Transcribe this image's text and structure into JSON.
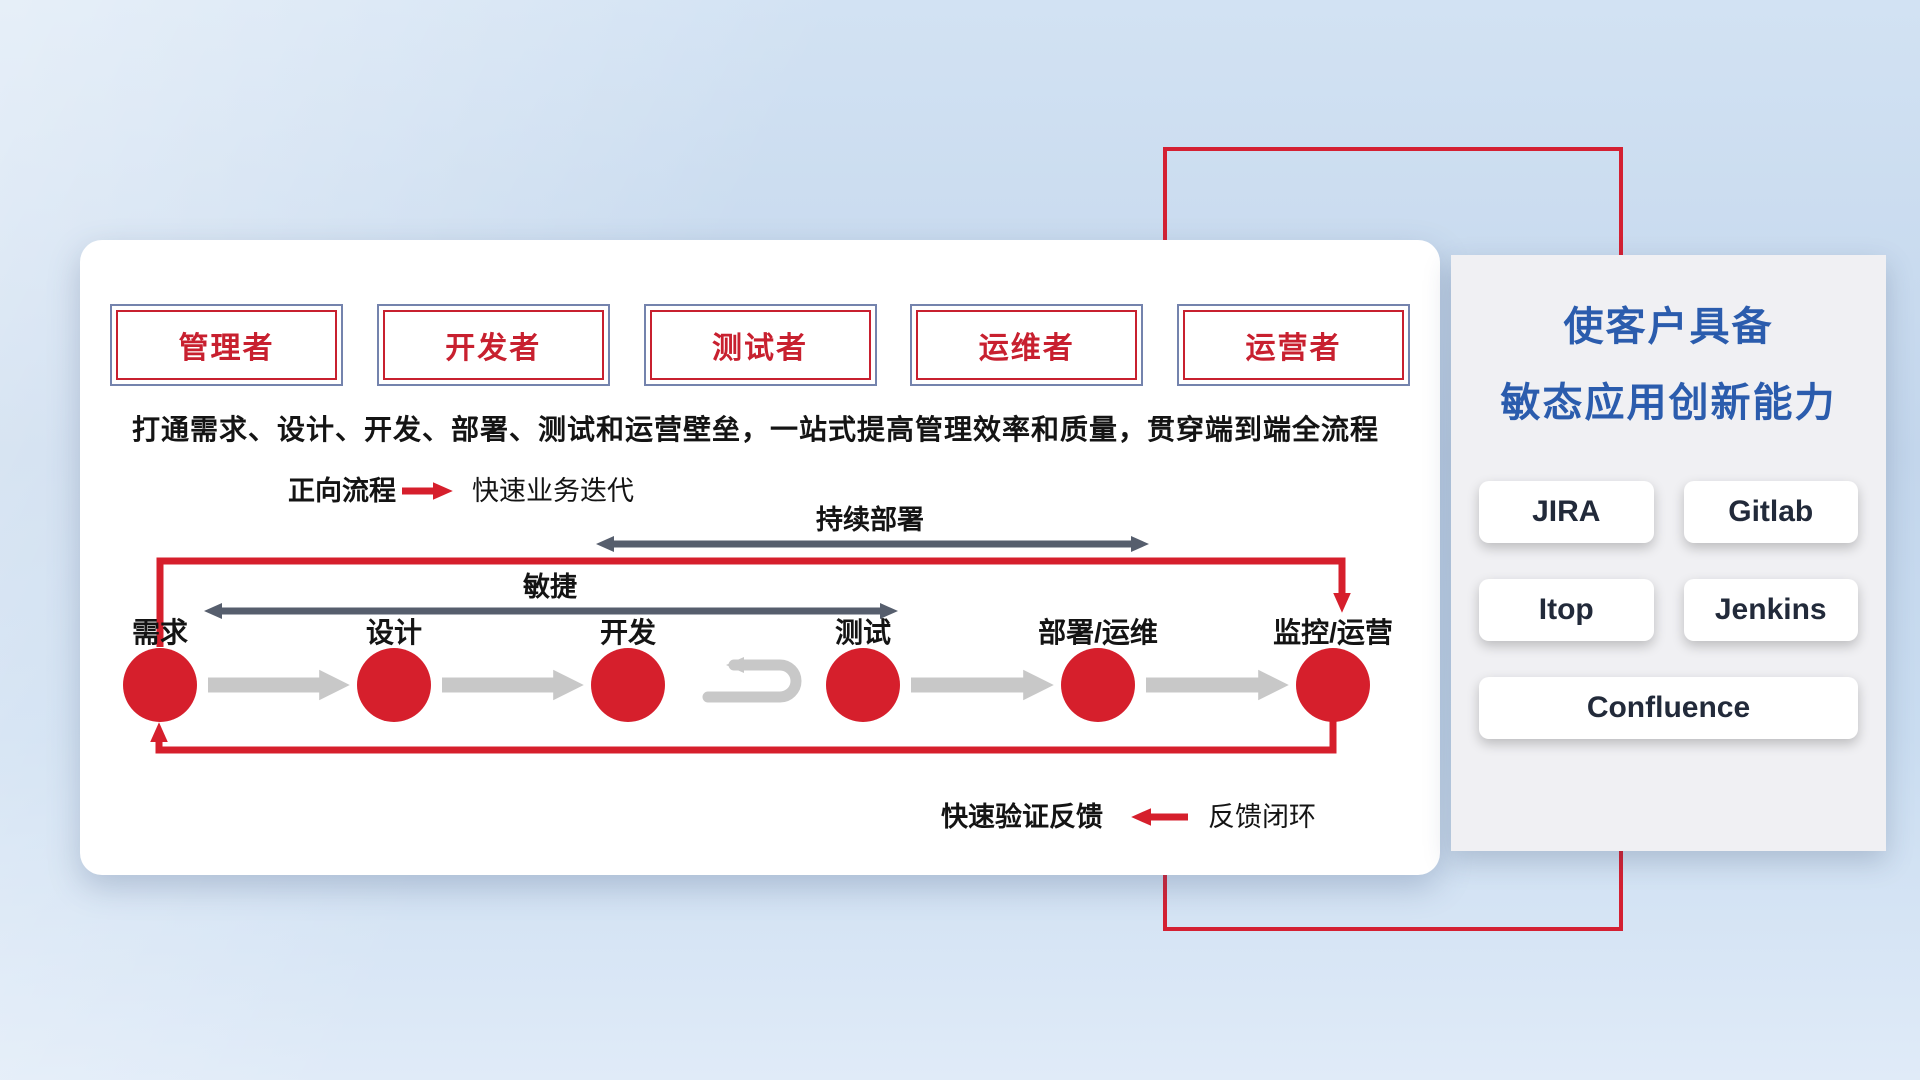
{
  "roles": [
    "管理者",
    "开发者",
    "测试者",
    "运维者",
    "运营者"
  ],
  "subtitle": "打通需求、设计、开发、部署、测试和运营壁垒，一站式提高管理效率和质量，贯穿端到端全流程",
  "legend_forward": {
    "label": "正向流程",
    "desc": "快速业务迭代"
  },
  "legend_feedback": {
    "label": "快速验证反馈",
    "desc": "反馈闭环"
  },
  "flow": {
    "agile": "敏捷",
    "continuous_deploy": "持续部署",
    "stages": [
      "需求",
      "设计",
      "开发",
      "测试",
      "部署/运维",
      "监控/运营"
    ]
  },
  "panel": {
    "title_line1": "使客户具备",
    "title_line2": "敏态应用创新能力",
    "tools": [
      "JIRA",
      "Gitlab",
      "Itop",
      "Jenkins",
      "Confluence"
    ]
  },
  "colors": {
    "accent_red": "#d61f2c",
    "accent_blue": "#2b5cad",
    "dark_arrow": "#565e6d",
    "gray_arrow": "#c8c8c8"
  }
}
